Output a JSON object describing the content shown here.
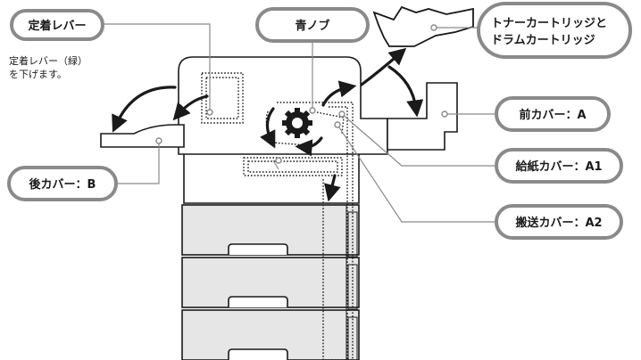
{
  "labels": {
    "fixing_lever": "定着レバー",
    "green_knob": "青ノブ",
    "cartridge_line1": "トナーカートリッジと",
    "cartridge_line2": "ドラムカートリッジ",
    "front_cover": "前カバー：A",
    "feed_cover": "給紙カバー：A1",
    "transport_cover": "搬送カバー：A2",
    "rear_cover": "後カバー：B"
  },
  "note": {
    "line1": "定着レバー（緑）",
    "line2": "を下げます。"
  },
  "colors": {
    "pill_border": "#8a8a8a",
    "drawer_fill": "#e6e6e6",
    "arrow": "#1a1a1a",
    "leader": "#8a8a8a"
  }
}
